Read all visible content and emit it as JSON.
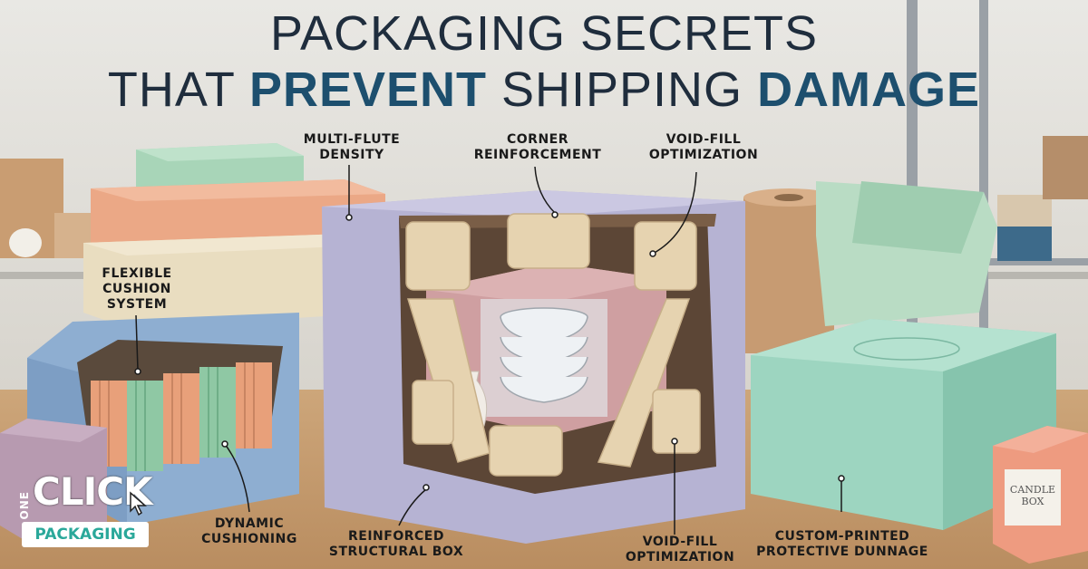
{
  "title": {
    "line1": "PACKAGING SECRETS",
    "line2_pre": "THAT ",
    "line2_em1": "PREVENT",
    "line2_mid": " SHIPPING ",
    "line2_em2": "DAMAGE"
  },
  "labels": {
    "multi_flute": [
      "MULTI-FLUTE",
      "DENSITY"
    ],
    "corner": [
      "CORNER",
      "REINFORCEMENT"
    ],
    "void_fill_top": [
      "VOID-FILL",
      "OPTIMIZATION"
    ],
    "flexible": [
      "FLEXIBLE",
      "CUSHION",
      "SYSTEM"
    ],
    "dynamic": [
      "DYNAMIC",
      "CUSHIONING"
    ],
    "reinforced": [
      "REINFORCED",
      "STRUCTURAL BOX"
    ],
    "void_fill_bottom": [
      "VOID-FILL",
      "OPTIMIZATION"
    ],
    "custom_printed": [
      "CUSTOM-PRINTED",
      "PROTECTIVE DUNNAGE"
    ]
  },
  "logo": {
    "one": "ONE",
    "click": "CLICK",
    "packaging": "PACKAGING"
  },
  "candle_box": [
    "CANDLE",
    "BOX"
  ],
  "colors": {
    "title_dark": "#1f2d3d",
    "title_accent": "#1d4f6e",
    "logo_accent": "#2aa89a"
  }
}
